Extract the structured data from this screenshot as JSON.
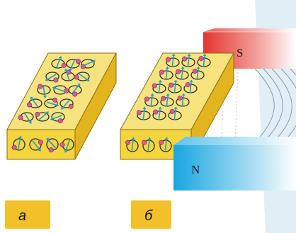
{
  "panels": [
    {
      "label": "а",
      "arrangement": "random"
    },
    {
      "label": "б",
      "arrangement": "aligned"
    }
  ],
  "magnet": {
    "north_label": "N",
    "south_label": "S",
    "north_color": "#1fa9e1",
    "south_color": "#e8413b"
  },
  "colors": {
    "block_top": "#f7e37e",
    "block_front": "#f5d53d",
    "block_side": "#e2b41d",
    "orbit": "#2a2a2a",
    "electron": "#d85c9a",
    "spin_arrow": "#1d9fd0",
    "background_panel": "#e1eef6",
    "label_tab": "#f2c12a"
  },
  "icons": [
    "atom-orbit-icon",
    "spin-arrow-icon",
    "electron-icon"
  ]
}
